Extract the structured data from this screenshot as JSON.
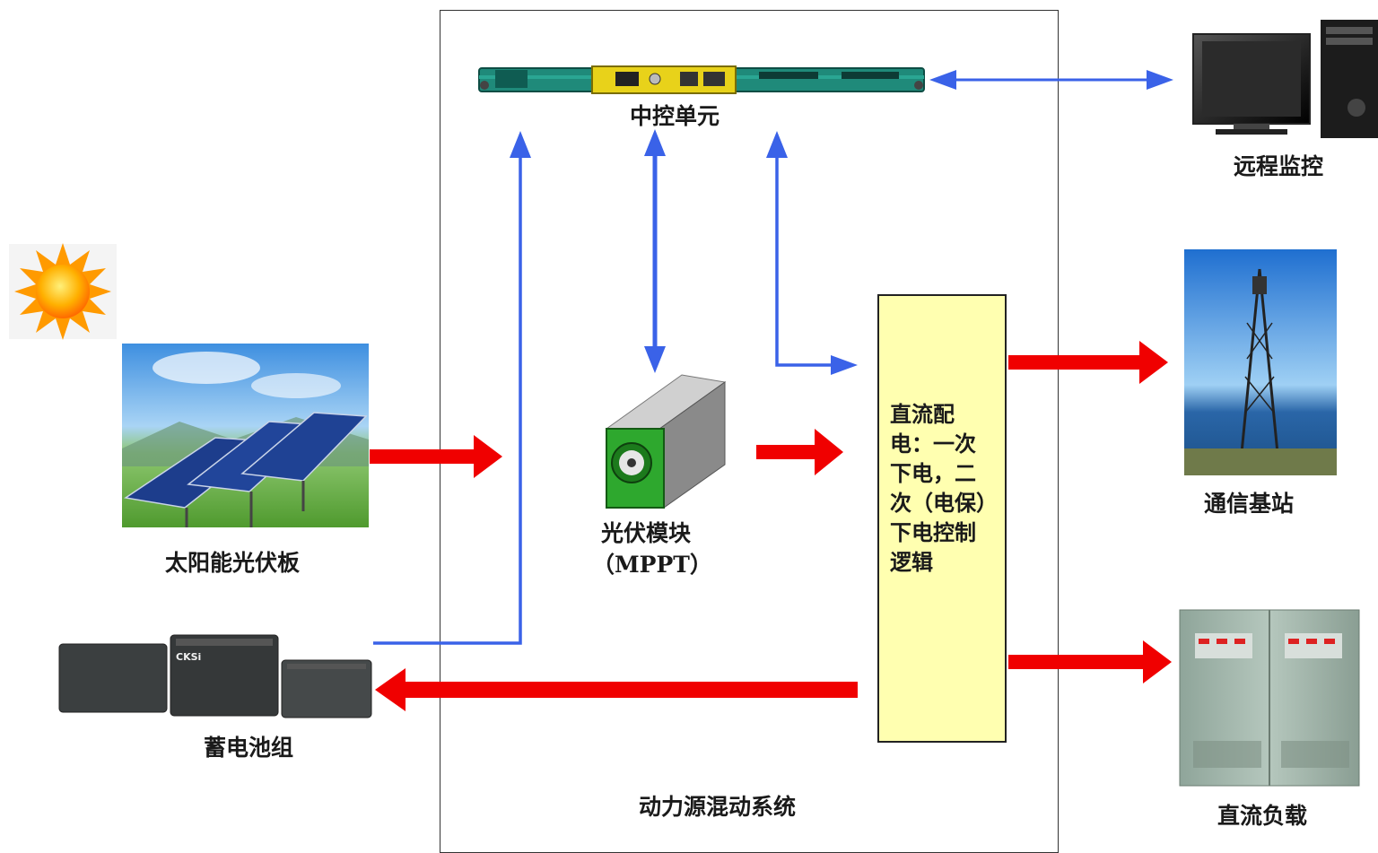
{
  "labels": {
    "central_control": "中控单元",
    "remote_monitor": "远程监控",
    "solar_panel": "太阳能光伏板",
    "pv_module": "光伏模块",
    "pv_module_sub": "（MPPT）",
    "battery": "蓄电池组",
    "system": "动力源混动系统",
    "base_station": "通信基站",
    "dc_load": "直流负载",
    "dc_distribution": "直流配电：一次下电，二次（电保）下电控制逻辑"
  },
  "brand_badges": {
    "battery_brand": "CKSi"
  },
  "colors": {
    "power_arrow": "#f00000",
    "signal_arrow": "#3a62e8",
    "dc_box_fill": "#ffffb0"
  }
}
